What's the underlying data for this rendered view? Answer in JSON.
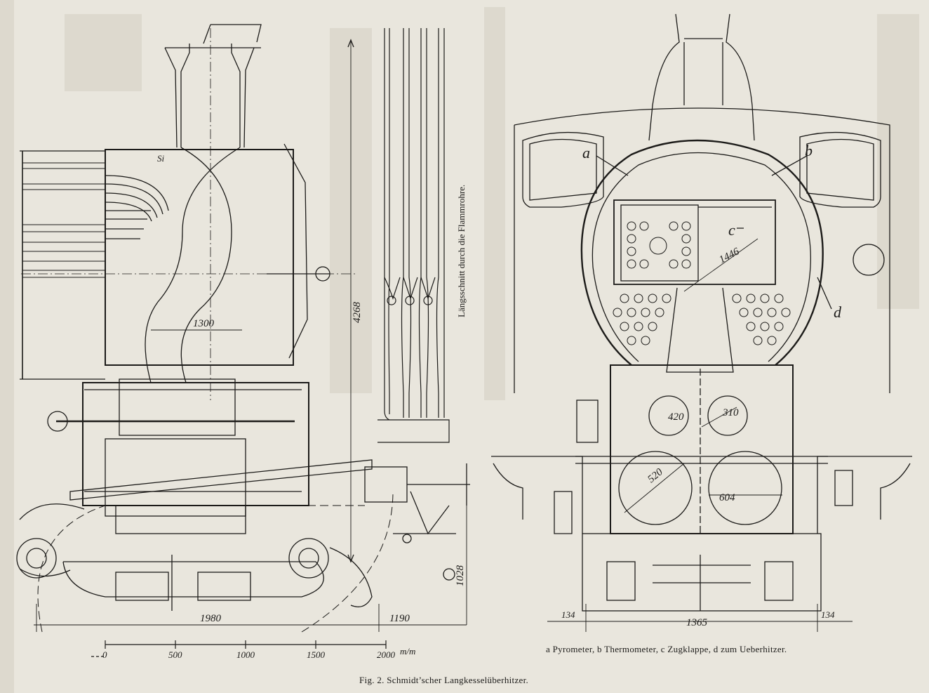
{
  "figure": {
    "caption": "Fig. 2.  Schmidt’scher Langkesselüberhitzer.",
    "legend": "a Pyrometer, b Thermometer, c Zugklappe, d zum Ueberhitzer.",
    "section_label": "Längsschnitt durch die Flammrohre."
  },
  "left_view": {
    "dimensions": [
      "4268",
      "1300",
      "1028",
      "1980",
      "1190"
    ],
    "symbols": [
      "Si"
    ]
  },
  "right_view": {
    "part_letters": [
      "a",
      "b",
      "c",
      "d"
    ],
    "dimensions": [
      "1446",
      "420",
      "310",
      "520",
      "604",
      "134",
      "1365",
      "134"
    ]
  },
  "scale_bar": {
    "ticks": [
      "0",
      "500",
      "1000",
      "1500",
      "2000"
    ],
    "unit": "m/m"
  },
  "colors": {
    "paper": "#e9e6dd",
    "ink": "#1c1b19",
    "ghost": "#cfcbc0"
  }
}
